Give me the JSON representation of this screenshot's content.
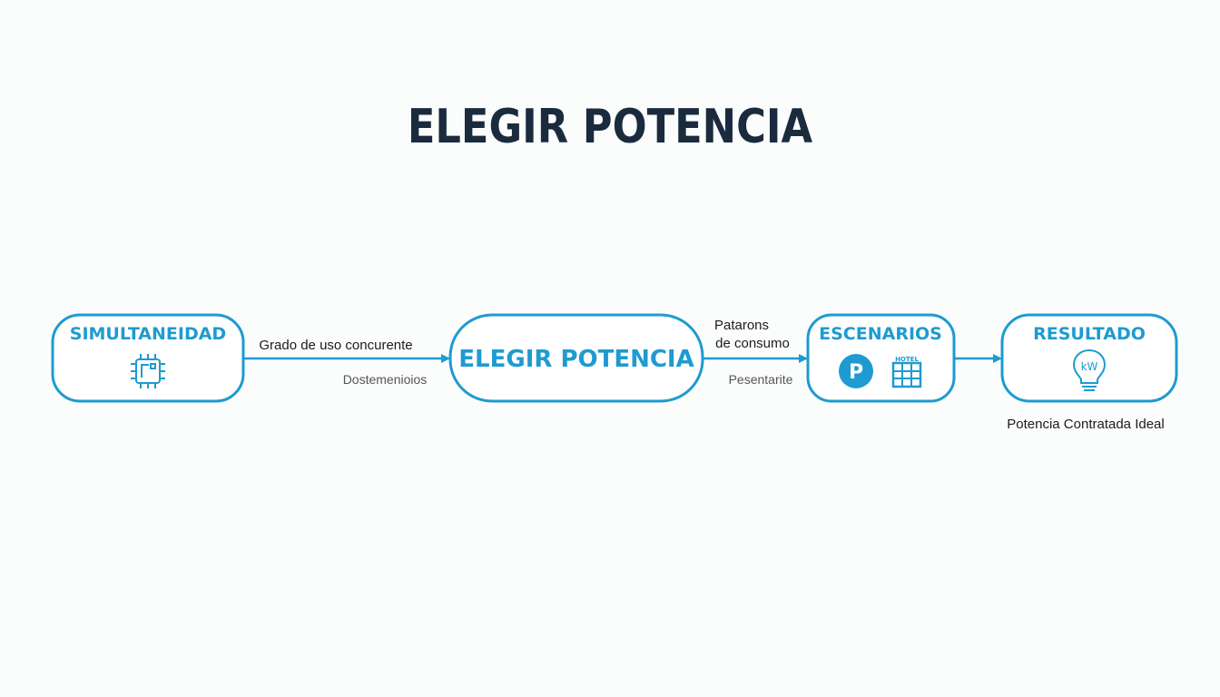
{
  "title": "ELEGIR POTENCIA",
  "colors": {
    "accent": "#1e9bd0",
    "title": "#1a2b3e",
    "text": "#1c1c1c"
  },
  "nodes": {
    "simultaneidad": {
      "label": "SIMULTANEIDAD",
      "icon": "chip-icon"
    },
    "elegir": {
      "label": "ELEGIR POTENCIA"
    },
    "escenarios": {
      "label": "ESCENARIOS",
      "icons": [
        "parking-icon",
        "hotel-building-icon"
      ],
      "hotel_text": "HOTEL"
    },
    "resultado": {
      "label": "RESULTADO",
      "icon": "lightbulb-kw-icon",
      "icon_text": "kW"
    }
  },
  "edges": {
    "e1": {
      "label": "Grado de uso concurente",
      "sublabel": "Dostemenioios"
    },
    "e2": {
      "label_line1": "Patarons",
      "label_line2": "de consumo",
      "sublabel": "Pesentarite"
    },
    "e3": {}
  },
  "caption": "Potencia Contratada Ideal"
}
